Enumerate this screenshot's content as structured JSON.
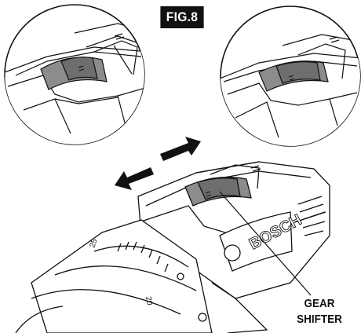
{
  "figure": {
    "label": "FIG.8",
    "callout_line1": "GEAR",
    "callout_line2": "SHIFTER",
    "brand_mark": "BOSCH",
    "dial_numbers": [
      "25",
      "20"
    ]
  },
  "colors": {
    "ink": "#111111",
    "shifter_gray": "#8c8c8c",
    "shifter_dark": "#6e6e6e",
    "background": "#ffffff"
  }
}
